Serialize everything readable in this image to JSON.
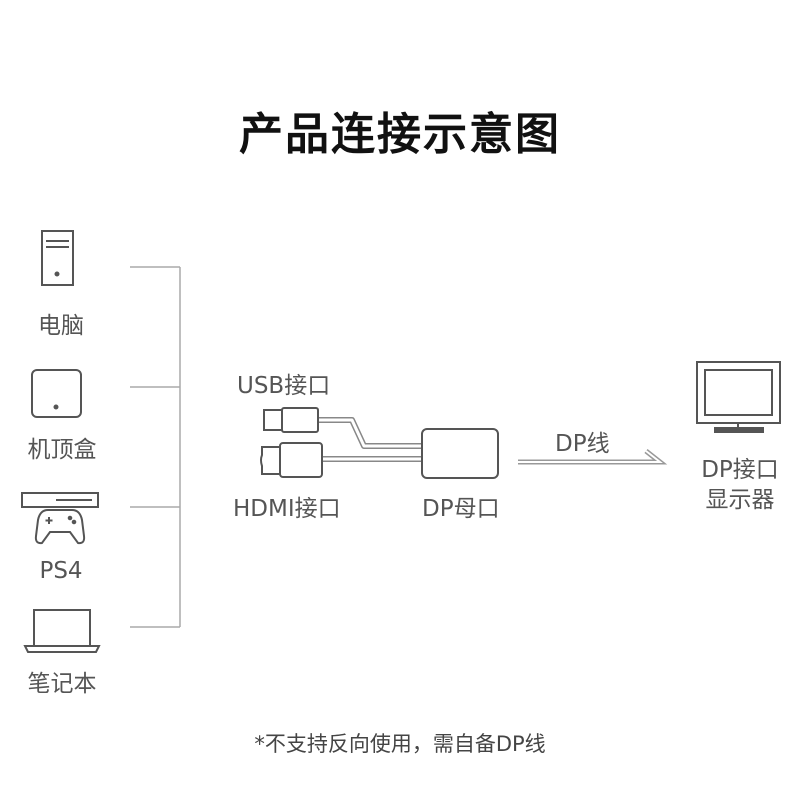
{
  "title": "产品连接示意图",
  "devices": [
    {
      "label": "电脑",
      "icon": "desktop-tower-icon"
    },
    {
      "label": "机顶盒",
      "icon": "set-top-box-icon"
    },
    {
      "label": "PS4",
      "icon": "game-console-icon"
    },
    {
      "label": "笔记本",
      "icon": "laptop-icon"
    }
  ],
  "adapter": {
    "usb_label": "USB接口",
    "hdmi_label": "HDMI接口",
    "dp_female_label": "DP母口"
  },
  "cable_label": "DP线",
  "monitor": {
    "line1": "DP接口",
    "line2": "显示器",
    "icon": "monitor-icon"
  },
  "note": "*不支持反向使用，需自备DP线",
  "colors": {
    "line": "#999999",
    "icon": "#555555",
    "title": "#111111"
  }
}
